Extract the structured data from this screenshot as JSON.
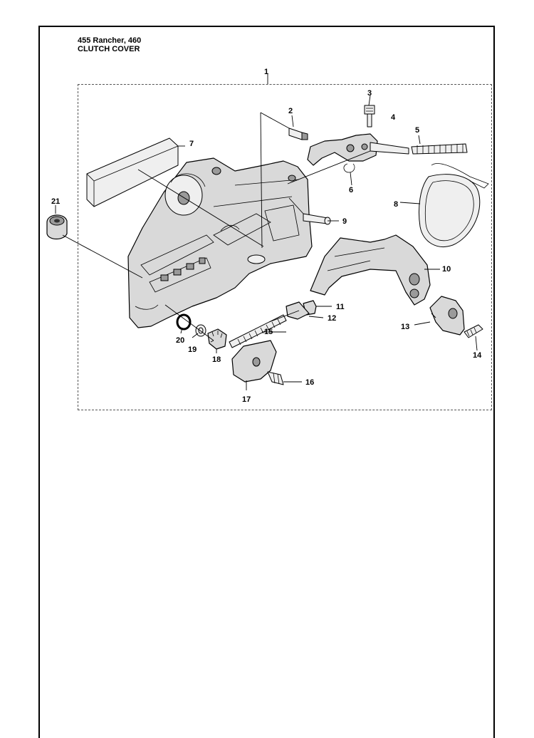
{
  "header": {
    "model": "455 Rancher, 460",
    "section": "CLUTCH COVER"
  },
  "callouts": [
    {
      "id": "c1",
      "text": "1"
    },
    {
      "id": "c2",
      "text": "2"
    },
    {
      "id": "c3",
      "text": "3"
    },
    {
      "id": "c4",
      "text": "4"
    },
    {
      "id": "c5",
      "text": "5"
    },
    {
      "id": "c6",
      "text": "6"
    },
    {
      "id": "c7",
      "text": "7"
    },
    {
      "id": "c8",
      "text": "8"
    },
    {
      "id": "c9",
      "text": "9"
    },
    {
      "id": "c10",
      "text": "10"
    },
    {
      "id": "c11",
      "text": "11"
    },
    {
      "id": "c12",
      "text": "12"
    },
    {
      "id": "c13",
      "text": "13"
    },
    {
      "id": "c14",
      "text": "14"
    },
    {
      "id": "c15",
      "text": "15"
    },
    {
      "id": "c16",
      "text": "16"
    },
    {
      "id": "c17",
      "text": "17"
    },
    {
      "id": "c18",
      "text": "18"
    },
    {
      "id": "c19",
      "text": "19"
    },
    {
      "id": "c20",
      "text": "20"
    },
    {
      "id": "c21",
      "text": "21"
    }
  ]
}
